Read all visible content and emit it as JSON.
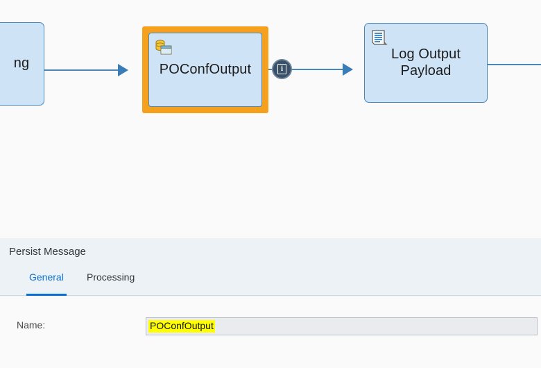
{
  "canvas": {
    "background_color": "#fafafa",
    "nodes": [
      {
        "id": "partial-left",
        "label": "ng",
        "icon": "",
        "selected": false,
        "fill_color": "#cfe3f7",
        "border_color": "#4a86b8"
      },
      {
        "id": "poconfoutput",
        "label": "POConfOutput",
        "icon": "persist-message-icon",
        "selected": true,
        "selection_color": "#f5a11e",
        "fill_color": "#cfe3f7",
        "border_color": "#4a86b8"
      },
      {
        "id": "log-output-payload",
        "label": "Log Output\nPayload",
        "icon": "script-document-icon",
        "selected": false,
        "fill_color": "#cfe3f7",
        "border_color": "#4a86b8"
      }
    ],
    "badges": [
      {
        "id": "info-badge",
        "icon": "info-icon",
        "glyph": "i",
        "color": "#39506b"
      }
    ],
    "connector_color": "#4a86b8"
  },
  "panel": {
    "title": "Persist Message",
    "background_color": "#edf2f7",
    "tabs": [
      {
        "label": "General",
        "active": true,
        "accent_color": "#0a6ed1"
      },
      {
        "label": "Processing",
        "active": false
      }
    ],
    "fields": [
      {
        "label": "Name:",
        "value": "POConfOutput",
        "highlight_color": "#ffff00",
        "input_background": "#e9ebee"
      }
    ]
  }
}
